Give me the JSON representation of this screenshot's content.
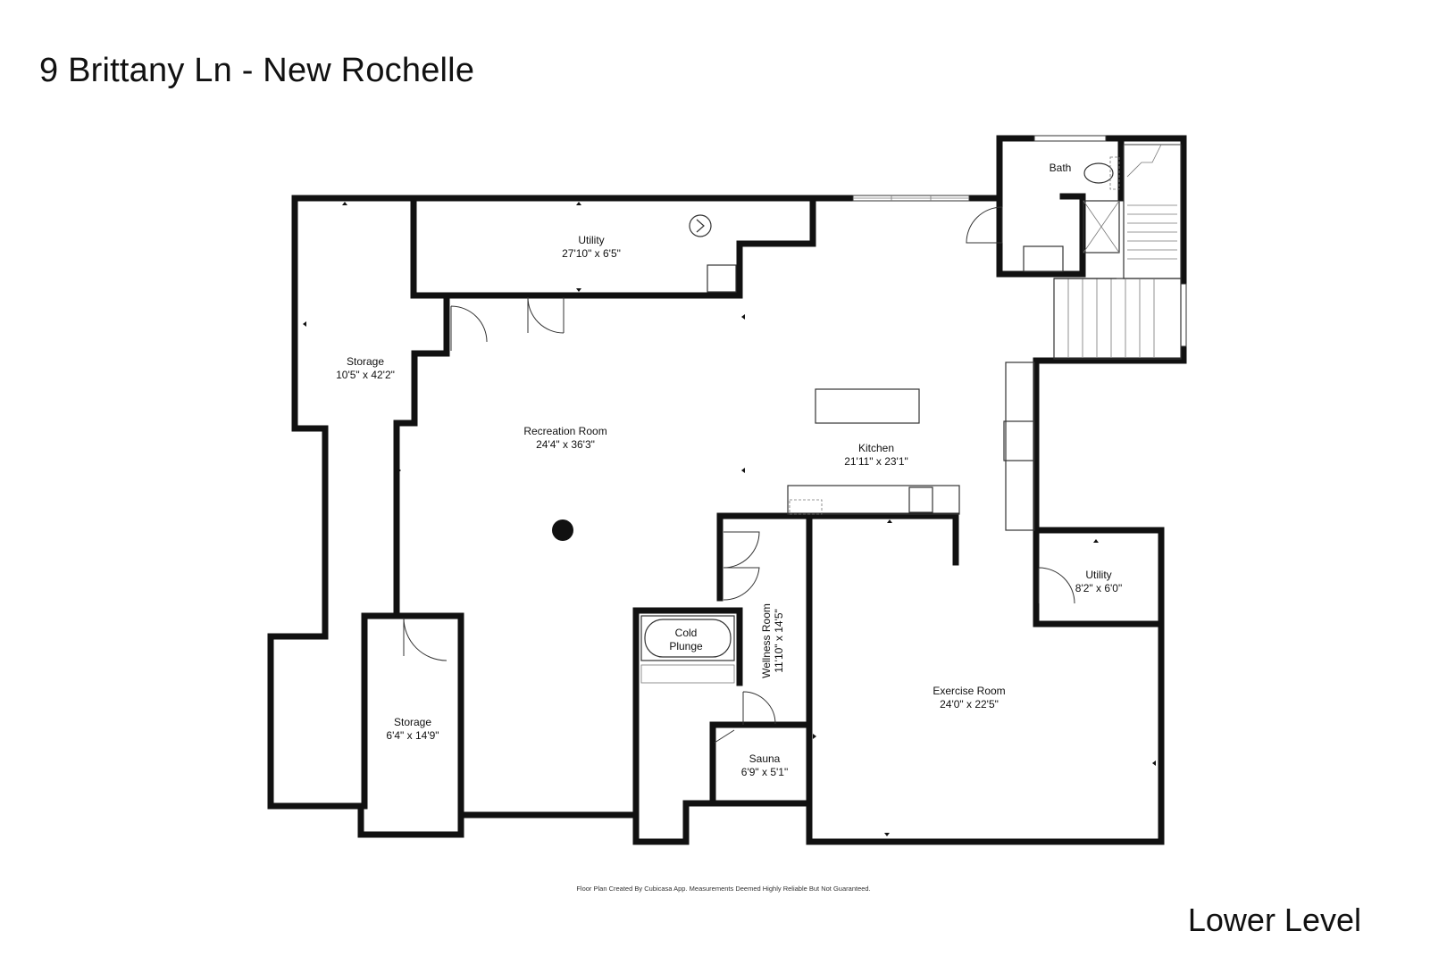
{
  "title": "9 Brittany Ln - New Rochelle",
  "level": "Lower Level",
  "footer": "Floor Plan Created By Cubicasa App. Measurements Deemed Highly Reliable But Not Guaranteed.",
  "rooms": {
    "utility_top": {
      "name": "Utility",
      "dims": "27'10\" x 6'5\""
    },
    "storage_left": {
      "name": "Storage",
      "dims": "10'5\" x 42'2\""
    },
    "recreation": {
      "name": "Recreation Room",
      "dims": "24'4\" x 36'3\""
    },
    "kitchen": {
      "name": "Kitchen",
      "dims": "21'11\" x 23'1\""
    },
    "bath": {
      "name": "Bath",
      "dims": ""
    },
    "utility_right": {
      "name": "Utility",
      "dims": "8'2\" x 6'0\""
    },
    "cold_plunge": {
      "name": "Cold",
      "name2": "Plunge"
    },
    "wellness": {
      "name": "Wellness Room",
      "dims": "11'10\" x 14'5\""
    },
    "exercise": {
      "name": "Exercise Room",
      "dims": "24'0\" x 22'5\""
    },
    "sauna": {
      "name": "Sauna",
      "dims": "6'9\" x 5'1\""
    },
    "storage_small": {
      "name": "Storage",
      "dims": "6'4\" x 14'9\""
    }
  }
}
